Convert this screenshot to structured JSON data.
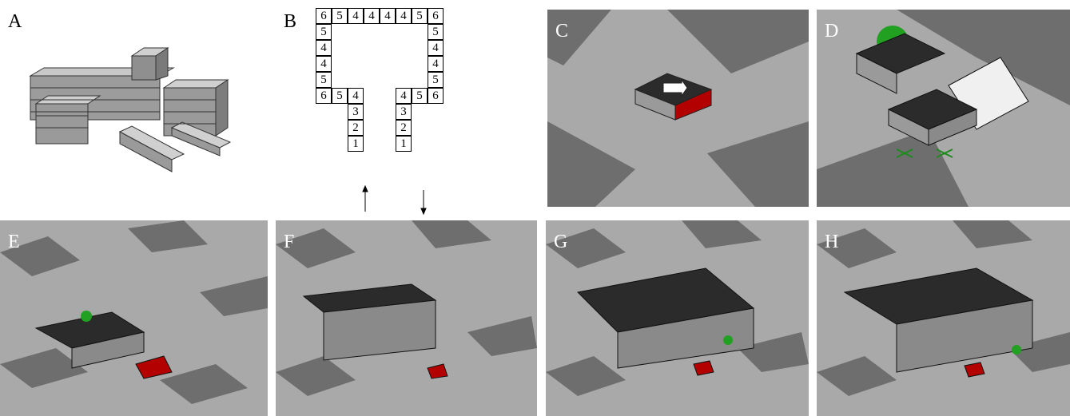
{
  "panels": {
    "A": {
      "label": "A"
    },
    "B": {
      "label": "B"
    },
    "C": {
      "label": "C"
    },
    "D": {
      "label": "D"
    },
    "E": {
      "label": "E"
    },
    "F": {
      "label": "F"
    },
    "G": {
      "label": "G"
    },
    "H": {
      "label": "H"
    }
  },
  "layout_grid": {
    "rows": [
      [
        "6",
        "5",
        "4",
        "4",
        "4",
        "4",
        "5",
        "6"
      ],
      [
        "5",
        "",
        "",
        "",
        "",
        "",
        "",
        "5"
      ],
      [
        "4",
        "",
        "",
        "",
        "",
        "",
        "",
        "4"
      ],
      [
        "4",
        "",
        "",
        "",
        "",
        "",
        "",
        "4"
      ],
      [
        "5",
        "",
        "",
        "",
        "",
        "",
        "",
        "5"
      ],
      [
        "6",
        "5",
        "4",
        "",
        "",
        "4",
        "5",
        "6"
      ],
      [
        "",
        "",
        "3",
        "",
        "",
        "3",
        "",
        ""
      ],
      [
        "",
        "",
        "2",
        "",
        "",
        "2",
        "",
        ""
      ],
      [
        "",
        "",
        "1",
        "",
        "",
        "1",
        "",
        ""
      ]
    ],
    "arrows": {
      "left": "up",
      "right": "down"
    }
  },
  "colors": {
    "floor_light": "#a9a9a9",
    "floor_dark": "#6e6e6e",
    "block_top": "#1f1f1f",
    "block_side": "#9a9a9a",
    "cross": "#ffffff",
    "seed_red": "#b30000",
    "robot_green": "#22a022"
  }
}
